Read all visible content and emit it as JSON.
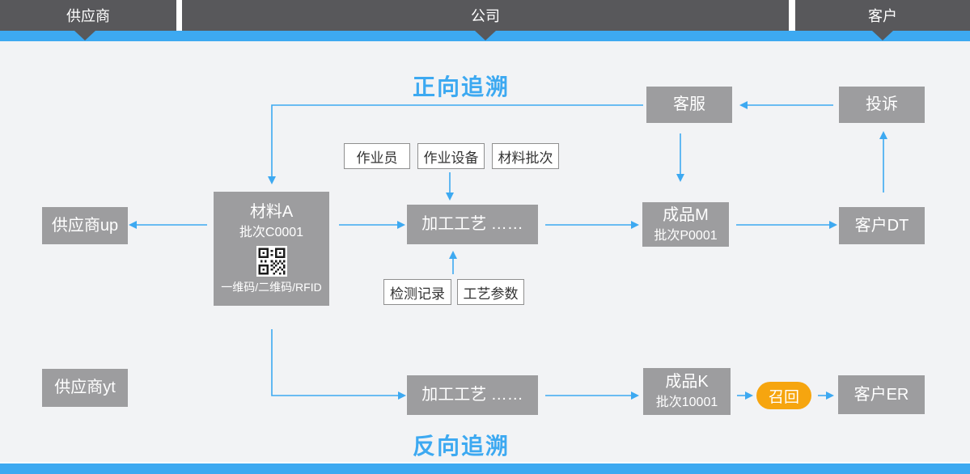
{
  "header": {
    "lanes": [
      {
        "id": "supplier",
        "label": "供应商"
      },
      {
        "id": "company",
        "label": "公司"
      },
      {
        "id": "customer",
        "label": "客户"
      }
    ]
  },
  "titles": {
    "forward": "正向追溯",
    "backward": "反向追溯"
  },
  "nodes": {
    "service": {
      "label": "客服"
    },
    "complaint": {
      "label": "投诉"
    },
    "supplier_up": {
      "label": "供应商up"
    },
    "material_a": {
      "title": "材料A",
      "batch": "批次C0001",
      "code_label": "一维码/二维码/RFID"
    },
    "process_1": {
      "label": "加工工艺 ……"
    },
    "product_m": {
      "title": "成品M",
      "batch": "批次P0001"
    },
    "customer_dt": {
      "label": "客户DT"
    },
    "supplier_yt": {
      "label": "供应商yt"
    },
    "process_2": {
      "label": "加工工艺 ……"
    },
    "product_k": {
      "title": "成品K",
      "batch": "批次10001"
    },
    "recall": {
      "label": "召回"
    },
    "customer_er": {
      "label": "客户ER"
    }
  },
  "tags": {
    "operator": "作业员",
    "equipment": "作业设备",
    "material_batch": "材料批次",
    "inspection_record": "检测记录",
    "process_params": "工艺参数"
  },
  "icons": {
    "qr": "qr-code-icon",
    "lane_pointer": "triangle-down-icon"
  },
  "colors": {
    "accent_blue": "#3DA9F1",
    "lane_bar_dark": "#58585B",
    "node_gray": "#9D9D9F",
    "recall_orange": "#F6A50F",
    "content_background": "#F2F3F5",
    "tag_border": "#8F8F8F"
  }
}
